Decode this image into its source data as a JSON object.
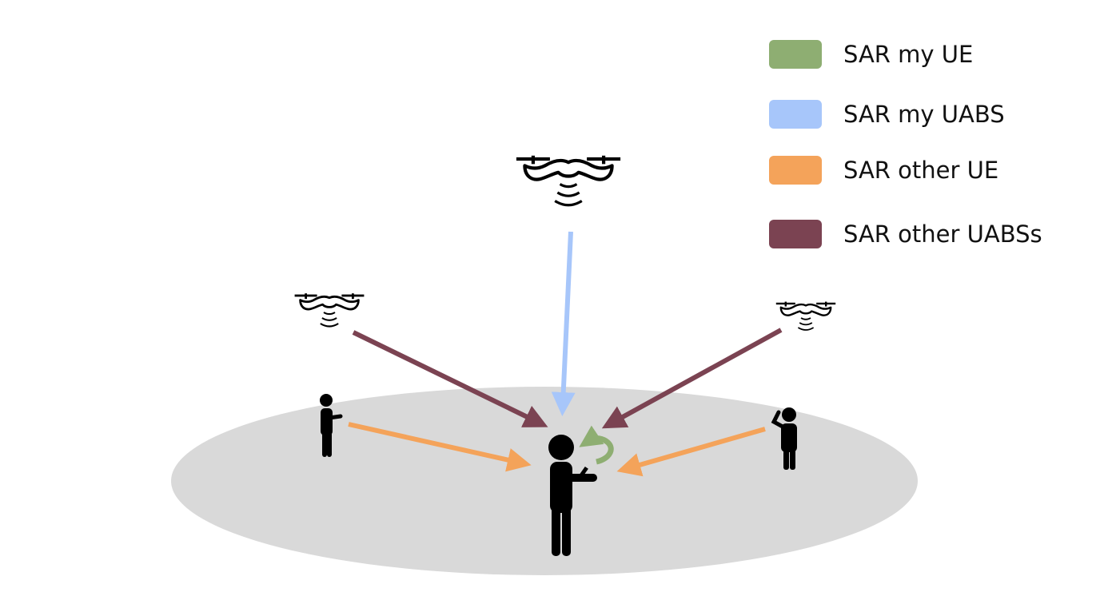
{
  "legend": [
    {
      "label": "SAR my UE",
      "color": "#8EAE72"
    },
    {
      "label": "SAR my UABS",
      "color": "#A7C6FA"
    },
    {
      "label": "SAR other UE",
      "color": "#F4A35A"
    },
    {
      "label": "SAR other UABSs",
      "color": "#7B4352"
    }
  ],
  "colors": {
    "ground": "#D9D9D9",
    "figure": "#000000"
  }
}
